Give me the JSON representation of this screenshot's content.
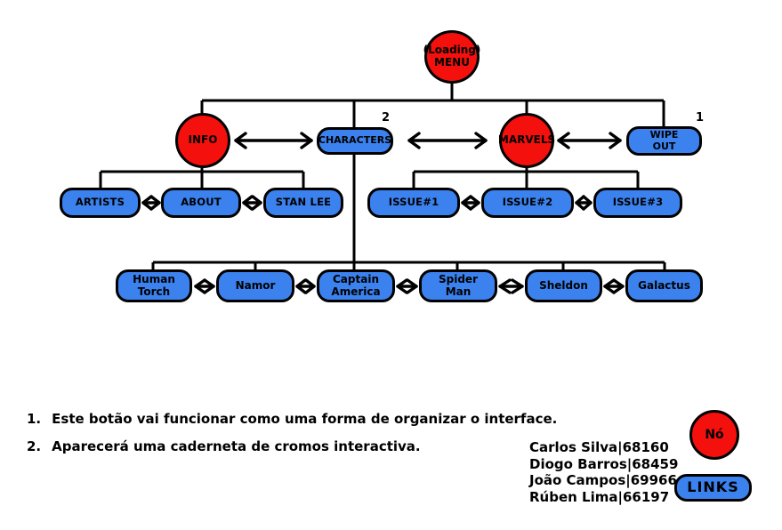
{
  "colors": {
    "node_red": "#f3100d",
    "link_blue": "#3b82ee",
    "outline": "#000000",
    "background": "#ffffff"
  },
  "diagram": {
    "nodes": {
      "menu": {
        "label": "(Loading)\nMENU"
      },
      "info": {
        "label": "INFO"
      },
      "characters": {
        "label": "CHARACTERS",
        "superscript": "2"
      },
      "marvels": {
        "label": "MARVELS"
      },
      "wipe_out": {
        "label": "WIPE\nOUT",
        "superscript": "1"
      },
      "artists": {
        "label": "ARTISTS"
      },
      "about": {
        "label": "ABOUT"
      },
      "stan_lee": {
        "label": "STAN LEE"
      },
      "issue_1": {
        "label": "ISSUE#1"
      },
      "issue_2": {
        "label": "ISSUE#2"
      },
      "issue_3": {
        "label": "ISSUE#3"
      },
      "human_torch": {
        "label": "Human\nTorch"
      },
      "namor": {
        "label": "Namor"
      },
      "captain_america": {
        "label": "Captain\nAmerica"
      },
      "spider_man": {
        "label": "Spider\nMan"
      },
      "sheldon": {
        "label": "Sheldon"
      },
      "galactus": {
        "label": "Galactus"
      }
    }
  },
  "notes": [
    {
      "number": "1.",
      "text": "Este botão vai funcionar como uma forma de organizar o interface."
    },
    {
      "number": "2.",
      "text": "Aparecerá uma caderneta de cromos interactiva."
    }
  ],
  "credits": [
    "Carlos Silva|68160",
    "Diogo Barros|68459",
    "João Campos|69966",
    "Rúben Lima|66197"
  ],
  "legend": {
    "node": "Nó",
    "links": "LINKS"
  }
}
